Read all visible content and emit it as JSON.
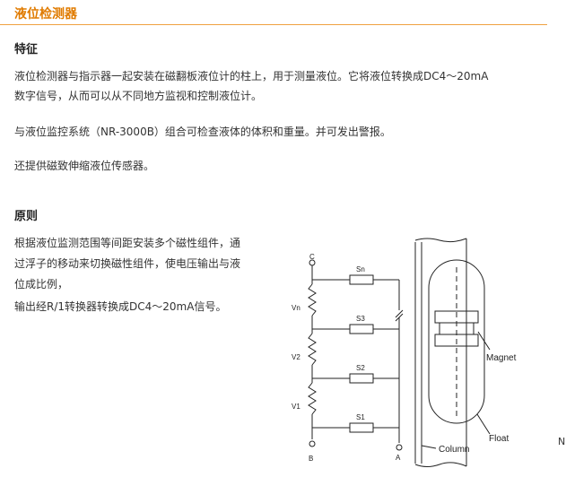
{
  "header": {
    "title": "液位检测器"
  },
  "features": {
    "heading": "特征",
    "para1_line1": "液位检测器与指示器一起安装在磁翻板液位计的柱上，用于测量液位。它将液位转换成DC4～20mA",
    "para1_line2": "数字信号，从而可以从不同地方监视和控制液位计。",
    "para2": "与液位监控系统（NR-3000B）组合可检查液体的体积和重量。并可发出警报。",
    "para3": "还提供磁致伸缩液位传感器。"
  },
  "principle": {
    "heading": "原则",
    "line1": "根据液位监测范围等间距安装多个磁性组件，通",
    "line2": "过浮子的移动来切换磁性组件，使电压输出与液",
    "line3": "位成比例，",
    "line4": "输出经R/1转换器转换成DC4～20mA信号。"
  },
  "diagram": {
    "terminal_c": "C",
    "terminal_b": "B",
    "terminal_a": "A",
    "switch_sn": "Sn",
    "switch_s3": "S3",
    "switch_s2": "S2",
    "switch_s1": "S1",
    "voltage_vn": "Vn",
    "voltage_v2": "V2",
    "voltage_v1": "V1",
    "magnet_label": "Magnet",
    "float_label": "Float",
    "column_label": "Column"
  },
  "edge_glyph": "N",
  "colors": {
    "title": "#e07b00",
    "rule": "#f0a040"
  }
}
